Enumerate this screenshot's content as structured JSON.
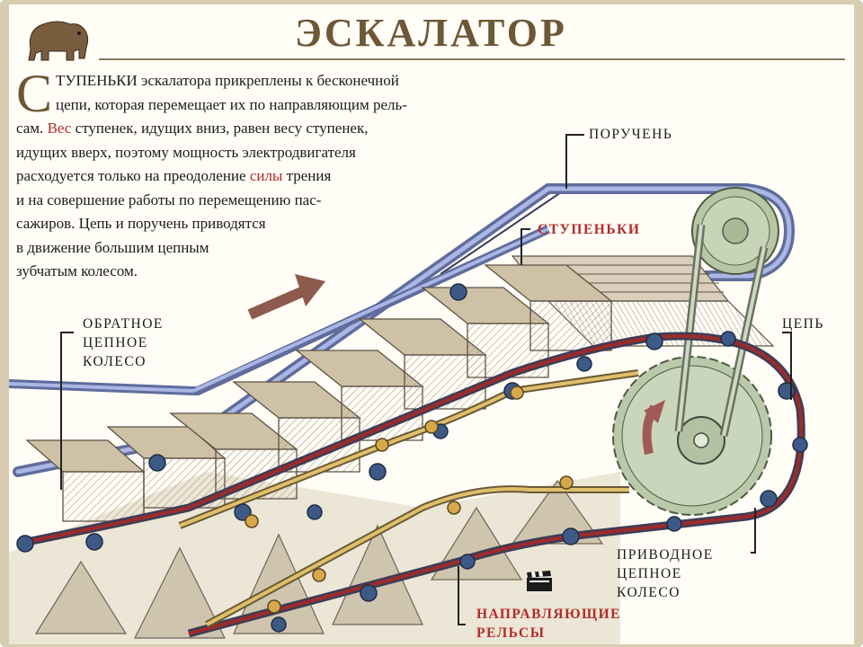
{
  "title": "ЭСКАЛАТОР",
  "body": {
    "dropcap": "С",
    "lines": [
      {
        "parts": [
          {
            "t": "ТУПЕНЬКИ эскалатора прикреплены к бесконечной"
          }
        ]
      },
      {
        "parts": [
          {
            "t": "цепи, которая перемещает их по направляющим рель-"
          }
        ]
      },
      {
        "parts": [
          {
            "t": "сам. "
          },
          {
            "t": "Вес",
            "red": true
          },
          {
            "t": " ступенек, идущих вниз, равен весу ступенек,"
          }
        ]
      },
      {
        "parts": [
          {
            "t": "идущих вверх, поэтому мощность электродвигателя"
          }
        ]
      },
      {
        "parts": [
          {
            "t": "расходуется только на преодоление "
          },
          {
            "t": "силы",
            "red": true
          },
          {
            "t": " трения"
          }
        ]
      },
      {
        "parts": [
          {
            "t": "и на совершение работы по перемещению пас-"
          }
        ]
      },
      {
        "parts": [
          {
            "t": "сажиров. Цепь и поручень приводятся"
          }
        ]
      },
      {
        "parts": [
          {
            "t": "в движение большим цепным"
          }
        ]
      },
      {
        "parts": [
          {
            "t": "зубчатым колесом."
          }
        ]
      }
    ]
  },
  "labels": {
    "handrail": "ПОРУЧЕНЬ",
    "steps": "СТУПЕНЬКИ",
    "return_wheel": [
      "ОБРАТНОЕ",
      "ЦЕПНОЕ",
      "КОЛЕСО"
    ],
    "chain": "ЦЕПЬ",
    "drive_wheel": [
      "ПРИВОДНОЕ",
      "ЦЕПНОЕ",
      "КОЛЕСО"
    ],
    "guide_rails": [
      "НАПРАВЛЯЮЩИЕ",
      "РЕЛЬСЫ"
    ]
  },
  "colors": {
    "title": "#6e5736",
    "highlight": "#b32a2a",
    "handrail": "#7d8fc8",
    "chain": "#9c2b2b",
    "rail": "#d9b35a",
    "step": "#cbbba1",
    "gear": "#b9c9a9"
  },
  "icons": [
    "elephant-icon",
    "film-clapper-icon",
    "up-arrow-icon",
    "rotation-arrow-icon"
  ]
}
